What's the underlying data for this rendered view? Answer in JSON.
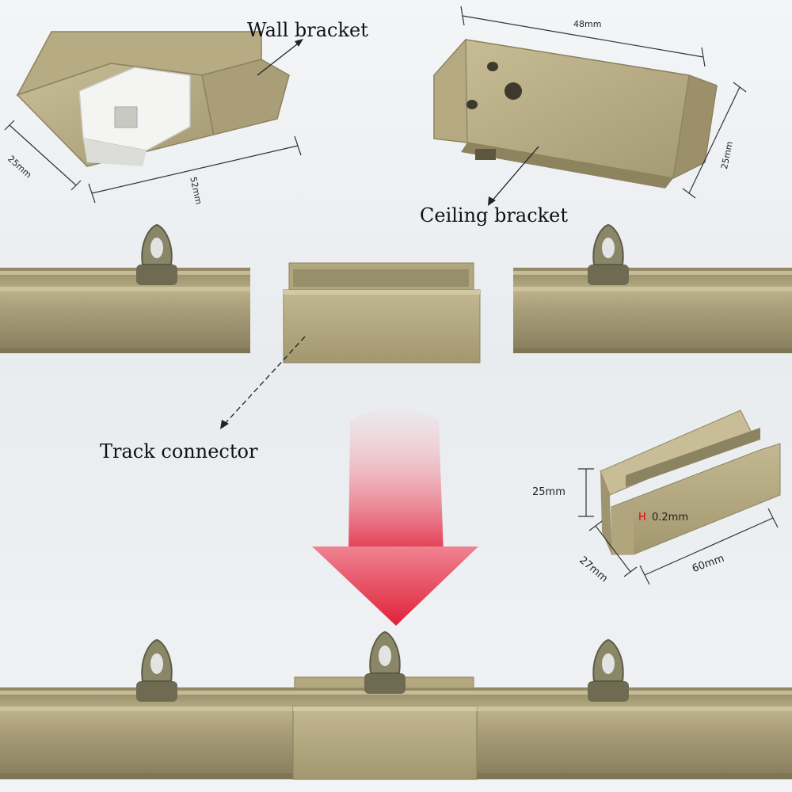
{
  "labels": {
    "wall_bracket": "Wall bracket",
    "ceiling_bracket": "Ceiling bracket",
    "track_connector": "Track connector"
  },
  "wall_bracket_dims": {
    "depth": "25mm",
    "length": "52mm"
  },
  "ceiling_bracket_dims": {
    "length": "48mm",
    "width": "25mm"
  },
  "connector_dims": {
    "height": "25mm",
    "thickness_marker": "H",
    "thickness": "0.2mm",
    "depth": "27mm",
    "length": "60mm"
  },
  "colors": {
    "track": "#a89d78",
    "track_dark": "#7e7556",
    "runner": "#8a8768",
    "arrow": "#e2334a",
    "marker": "#e00000"
  }
}
